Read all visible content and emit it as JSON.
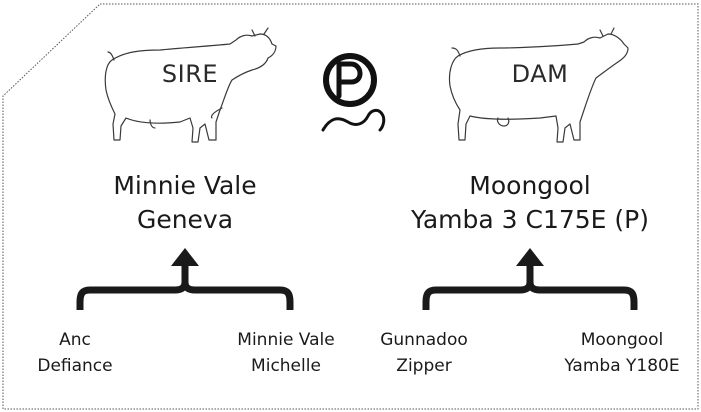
{
  "sire": {
    "label": "SIRE",
    "name_line1": "Minnie Vale",
    "name_line2": "Geneva",
    "grandsire": {
      "line1": "Anc",
      "line2": "Defiance"
    },
    "granddam": {
      "line1": "Minnie Vale",
      "line2": "Michelle"
    }
  },
  "dam": {
    "label": "DAM",
    "name_line1": "Moongool",
    "name_line2": "Yamba 3 C175E (P)",
    "grandsire": {
      "line1": "Gunnadoo",
      "line2": "Zipper"
    },
    "granddam": {
      "line1": "Moongool",
      "line2": "Yamba Y180E"
    }
  },
  "poll_symbol": {
    "letter": "P",
    "icon": "polled-symbol-icon"
  },
  "colors": {
    "line": "#1a1a1a",
    "text": "#1a1a1a",
    "border": "#555555",
    "cattle_outline": "#3a3a3a"
  }
}
